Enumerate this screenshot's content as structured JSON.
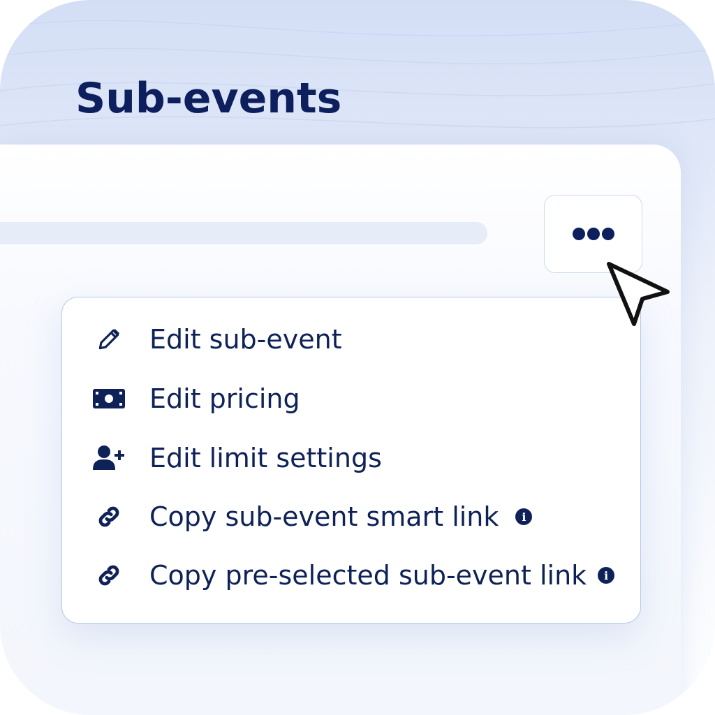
{
  "title": "Sub-events",
  "more_button": {
    "icon": "more-horizontal-icon"
  },
  "menu": {
    "items": [
      {
        "label": "Edit sub-event",
        "icon": "pencil-icon",
        "info": false
      },
      {
        "label": "Edit pricing",
        "icon": "money-bill-icon",
        "info": false
      },
      {
        "label": "Edit limit settings",
        "icon": "user-plus-icon",
        "info": false
      },
      {
        "label": "Copy sub-event smart link",
        "icon": "link-icon",
        "info": true,
        "info_glyph": "i"
      },
      {
        "label": "Copy pre-selected sub-event link",
        "icon": "link-icon",
        "info": true,
        "info_glyph": "i"
      }
    ]
  },
  "colors": {
    "text": "#0f2257",
    "border": "#b7c7e8",
    "background": "#dfe7f8"
  }
}
